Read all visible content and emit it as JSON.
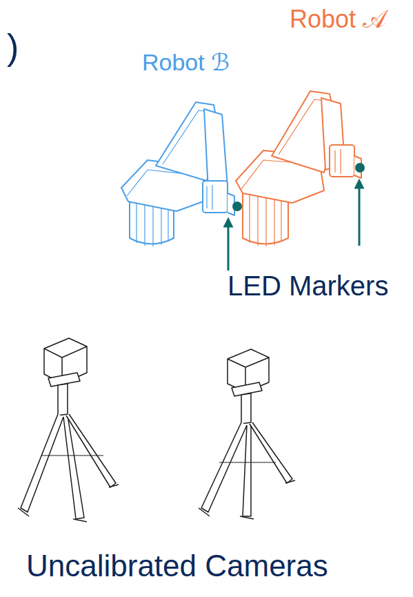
{
  "diagram": {
    "labels": [
      ")",
      "Robot 𝒜",
      "Robot ℬ",
      "LED Markers",
      "Uncalibrated Cameras"
    ]
  }
}
